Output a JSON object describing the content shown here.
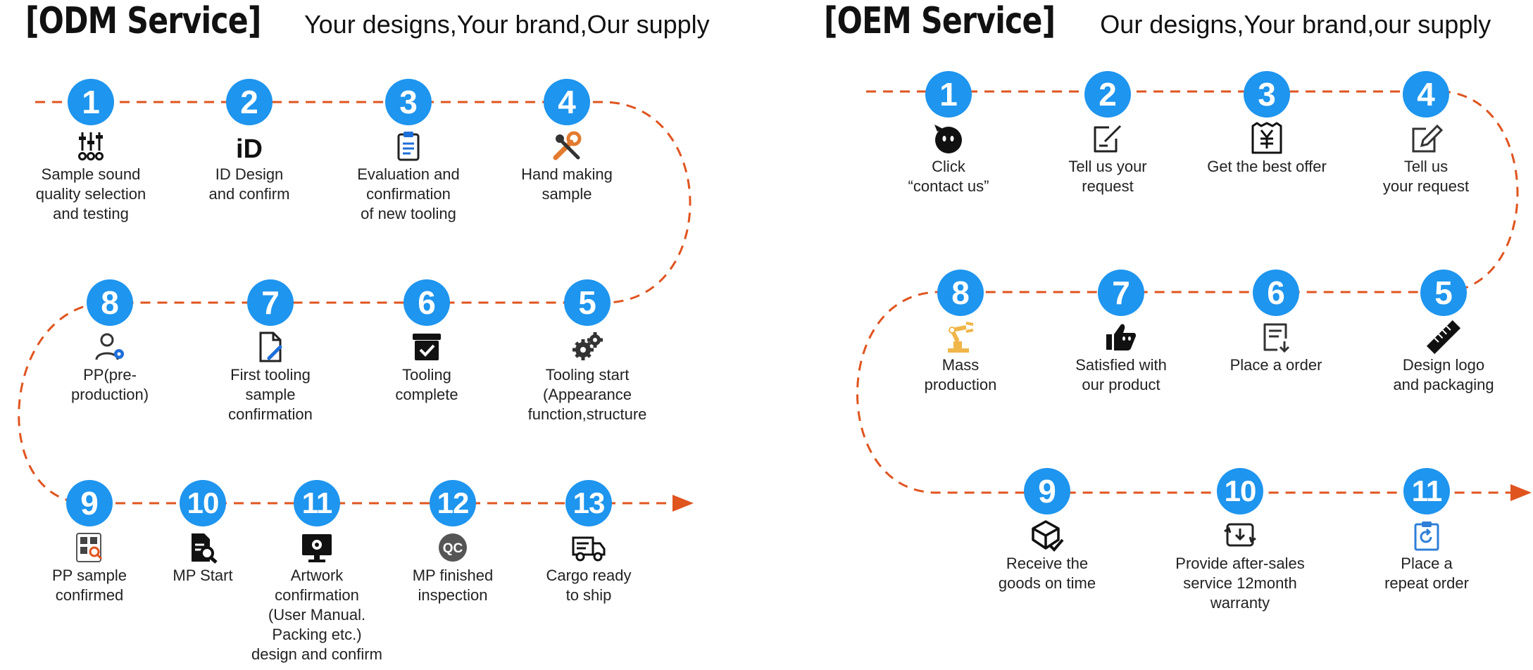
{
  "colors": {
    "badge": "#1e95ee",
    "path": "#e0541f",
    "text": "#222222"
  },
  "odm": {
    "title_bracketed": "[ODM Service]",
    "subtitle": "Your designs,Your brand,Our supply",
    "steps": [
      {
        "num": "1",
        "icon": "sliders-icon",
        "label": "Sample sound\nquality selection\nand testing"
      },
      {
        "num": "2",
        "icon": "id-icon",
        "icon_text": "iD",
        "label": "ID Design\nand confirm"
      },
      {
        "num": "3",
        "icon": "clipboard-icon",
        "label": "Evaluation and\nconfirmation\nof new tooling"
      },
      {
        "num": "4",
        "icon": "tools-icon",
        "label": "Hand making\nsample"
      },
      {
        "num": "5",
        "icon": "gears-icon",
        "label": "Tooling start\n(Appearance\nfunction,structure"
      },
      {
        "num": "6",
        "icon": "archive-check-icon",
        "label": "Tooling\ncomplete"
      },
      {
        "num": "7",
        "icon": "document-edit-icon",
        "label": "First tooling\nsample\nconfirmation"
      },
      {
        "num": "8",
        "icon": "user-gear-icon",
        "label": "PP(pre-\nproduction)"
      },
      {
        "num": "9",
        "icon": "grid-search-icon",
        "label": "PP sample\nconfirmed"
      },
      {
        "num": "10",
        "icon": "file-search-icon",
        "label": "MP Start"
      },
      {
        "num": "11",
        "icon": "monitor-gear-icon",
        "label": "Artwork\nconfirmation\n(User Manual.\nPacking etc.)\ndesign and confirm"
      },
      {
        "num": "12",
        "icon": "qc-badge-icon",
        "icon_text": "QC",
        "label": "MP finished\ninspection"
      },
      {
        "num": "13",
        "icon": "truck-icon",
        "label": "Cargo ready\nto ship"
      }
    ]
  },
  "oem": {
    "title_bracketed": "[OEM Service]",
    "subtitle": "Our designs,Your brand,our supply",
    "steps": [
      {
        "num": "1",
        "icon": "chat-bubble-icon",
        "label": "Click\n“contact us”"
      },
      {
        "num": "2",
        "icon": "note-edit-icon",
        "label": "Tell us your\nrequest"
      },
      {
        "num": "3",
        "icon": "yen-receipt-icon",
        "label": "Get the best offer"
      },
      {
        "num": "4",
        "icon": "pencil-square-icon",
        "label": "Tell us\nyour request"
      },
      {
        "num": "5",
        "icon": "pencil-ruler-icon",
        "label": "Design logo\nand packaging"
      },
      {
        "num": "6",
        "icon": "order-form-icon",
        "label": "Place a order"
      },
      {
        "num": "7",
        "icon": "thumbs-up-icon",
        "label": "Satisfied with\nour product"
      },
      {
        "num": "8",
        "icon": "robot-arm-icon",
        "label": "Mass\nproduction"
      },
      {
        "num": "9",
        "icon": "package-check-icon",
        "label": "Receive the\ngoods on time"
      },
      {
        "num": "10",
        "icon": "service-refresh-icon",
        "label": "Provide after-sales\nservice 12month\nwarranty"
      },
      {
        "num": "11",
        "icon": "repeat-clipboard-icon",
        "label": "Place a\nrepeat order"
      }
    ]
  }
}
